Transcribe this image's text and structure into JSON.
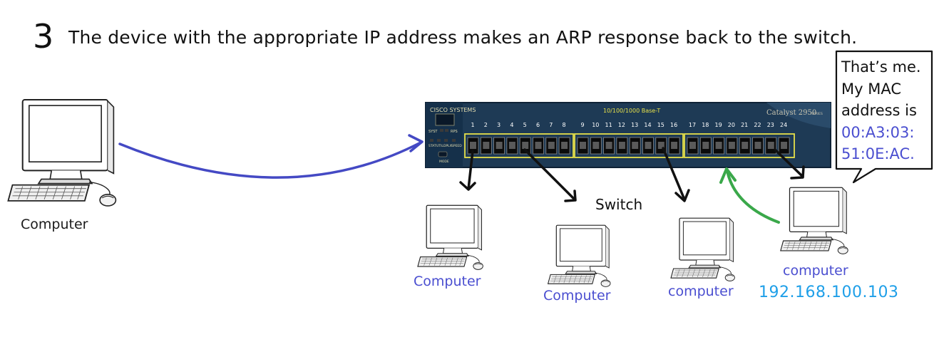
{
  "step_number": "3",
  "caption": "The device with the appropriate IP address makes an ARP response back to the switch.",
  "switch": {
    "label": "Switch",
    "brand": "CISCO SYSTEMS",
    "model": "Catalyst 2950",
    "model_suffix": "SERIES",
    "speed": "10/100/1000 Base-T",
    "led_labels": [
      "SYST",
      "RPS",
      "STAT",
      "UTIL",
      "DPLX",
      "SPEED"
    ],
    "mode_label": "MODE",
    "ports": [
      "1",
      "2",
      "3",
      "4",
      "5",
      "6",
      "7",
      "8",
      "9",
      "10",
      "11",
      "12",
      "13",
      "14",
      "15",
      "16",
      "17",
      "18",
      "19",
      "20",
      "21",
      "22",
      "23",
      "24"
    ]
  },
  "computers": {
    "left": "Computer",
    "c1": "Computer",
    "c2": "Computer",
    "c3": "computer",
    "c4": "computer",
    "c4_ip": "192.168.100.103"
  },
  "bubble": {
    "line1": "That’s me.",
    "line2": "My MAC",
    "line3": "address is",
    "mac1": "00:A3:03:",
    "mac2": "51:0E:AC."
  },
  "colors": {
    "request_arrow": "#4449c4",
    "response_arrow": "#3aa84a",
    "link_arrows": "#111111",
    "switch_body": "#1e3a55",
    "port_highlight": "#e6e04a",
    "mac_text": "#4a4ed0",
    "ip_text": "#1e9fe8"
  }
}
